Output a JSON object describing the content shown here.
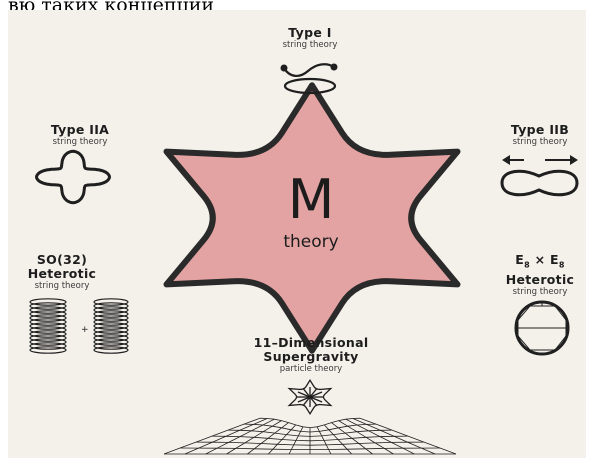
{
  "header": {
    "text": "вю таких концепции"
  },
  "center": {
    "letter": "M",
    "word": "theory"
  },
  "nodes": {
    "type1": {
      "title": "Type I",
      "subtitle": "string theory"
    },
    "type2a": {
      "title": "Type IIA",
      "subtitle": "string theory"
    },
    "type2b": {
      "title": "Type IIB",
      "subtitle": "string theory"
    },
    "so32": {
      "title_line1": "SO(32)",
      "title_line2": "Heterotic",
      "subtitle": "string theory"
    },
    "e8": {
      "title_line1": "E",
      "title_sub1": "8",
      "title_mid": " × E",
      "title_sub2": "8",
      "title_line2": "Heterotic",
      "subtitle": "string theory"
    },
    "sugra": {
      "title_line1": "11–Dimensional",
      "title_line2": "Supergravity",
      "subtitle": "particle theory"
    }
  },
  "colors": {
    "star_fill": "#e3a3a3",
    "outline": "#2a2a2a",
    "background": "#f4f1eb"
  }
}
